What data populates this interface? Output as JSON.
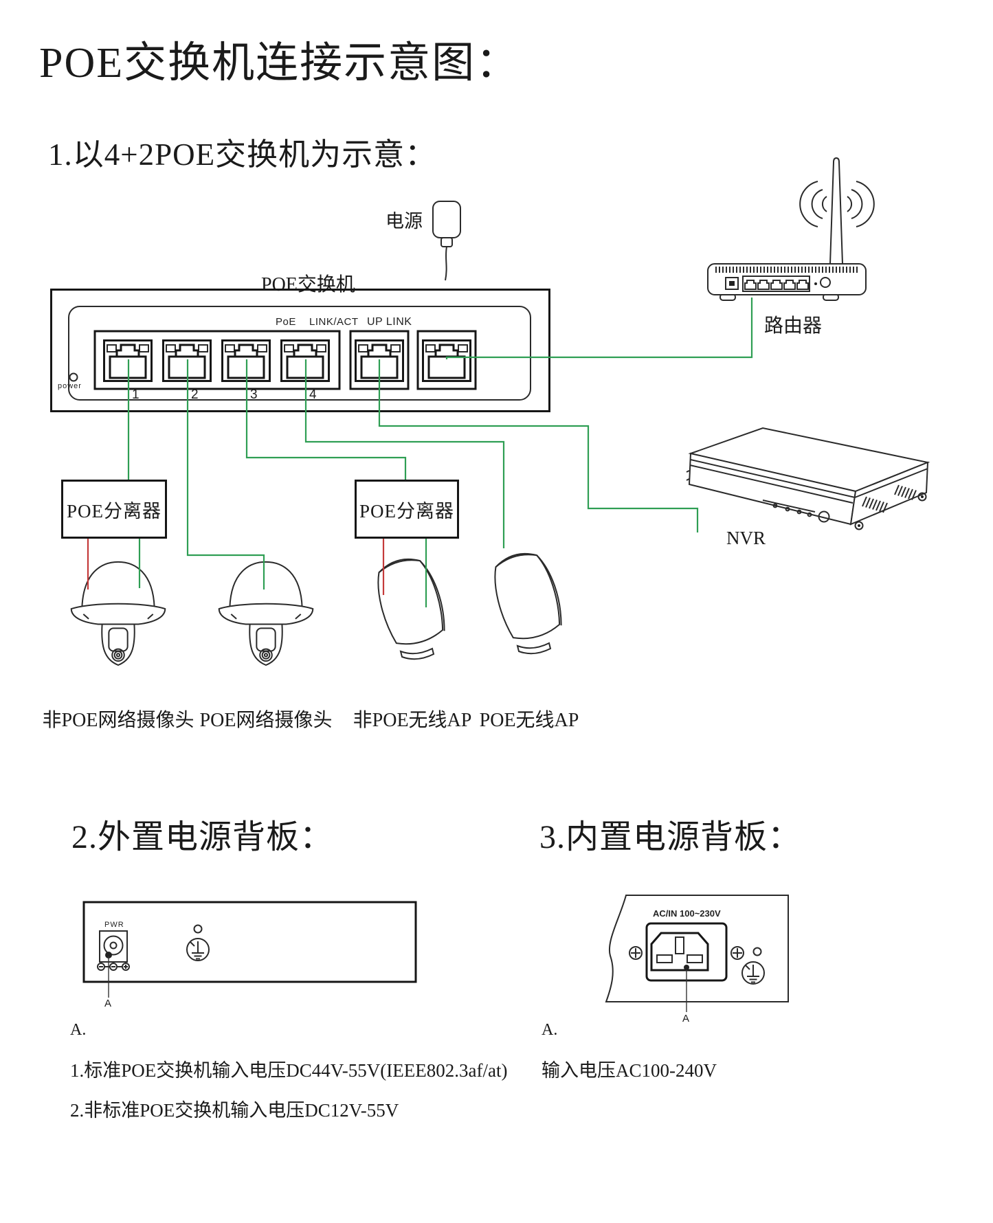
{
  "page": {
    "title": "POE交换机连接示意图："
  },
  "colors": {
    "wire_green": "#2e9e53",
    "wire_red": "#c43a3a",
    "ink": "#1a1a1a"
  },
  "section1": {
    "heading": "1.以4+2POE交换机为示意：",
    "power_plug_label": "电源",
    "switch_label": "POE交换机",
    "power_led_label": "power",
    "port_group": {
      "poe": "PoE",
      "link_act": "LINK/ACT",
      "uplink": "UP LINK"
    },
    "port_numbers": [
      "1",
      "2",
      "3",
      "4"
    ],
    "router_label": "路由器",
    "nvr_label": "NVR",
    "splitter1_label": "POE分离器",
    "splitter2_label": "POE分离器",
    "devices": [
      "非POE网络摄像头",
      "POE网络摄像头",
      "非POE无线AP",
      "POE无线AP"
    ]
  },
  "section2": {
    "heading": "2.外置电源背板：",
    "pwr_label": "PWR",
    "pointer_label": "A",
    "note_title": "A.",
    "notes": [
      "1.标准POE交换机输入电压DC44V-55V(IEEE802.3af/at)",
      "2.非标准POE交换机输入电压DC12V-55V"
    ]
  },
  "section3": {
    "heading": "3.内置电源背板：",
    "inlet_label": "AC/IN  100~230V",
    "pointer_label": "A",
    "note_title": "A.",
    "note": "输入电压AC100-240V"
  }
}
